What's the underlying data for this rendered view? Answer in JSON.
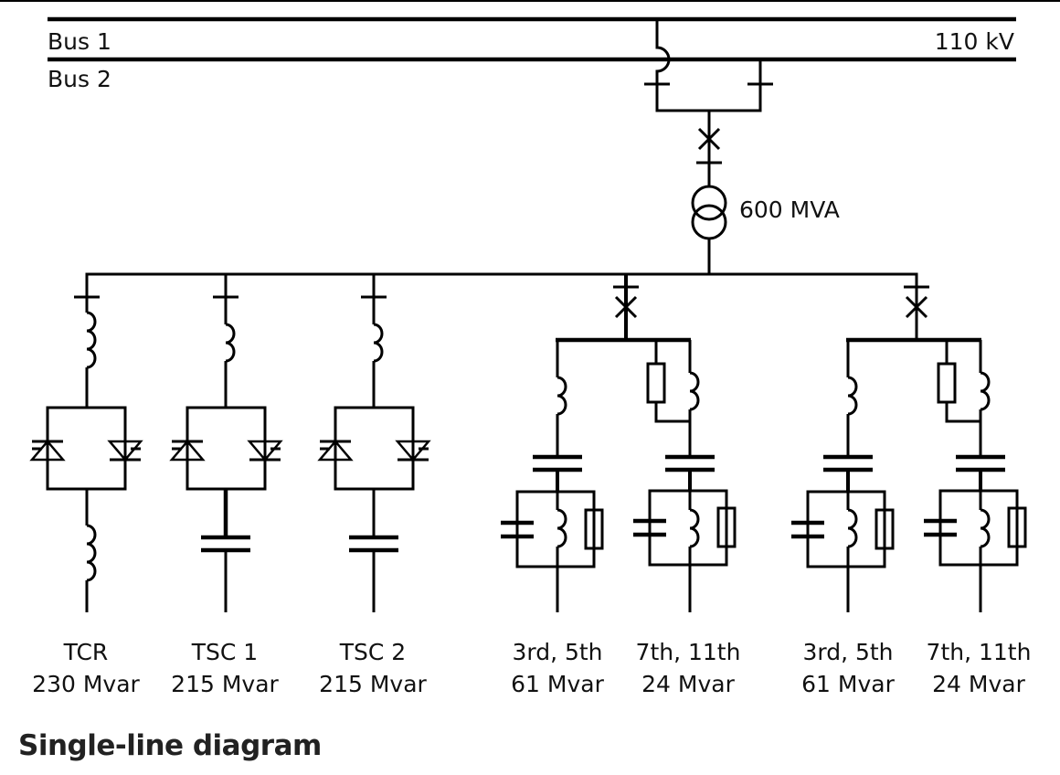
{
  "title": "Single-line diagram",
  "buses": {
    "bus1_label": "Bus 1",
    "bus2_label": "Bus 2",
    "voltage_label": "110 kV"
  },
  "transformer": {
    "rating_label": "600 MVA"
  },
  "branches": [
    {
      "type": "TCR",
      "name": "TCR",
      "rating": "230 Mvar"
    },
    {
      "type": "TSC",
      "name": "TSC 1",
      "rating": "215 Mvar"
    },
    {
      "type": "TSC",
      "name": "TSC 2",
      "rating": "215 Mvar"
    },
    {
      "type": "filter-double-tuned",
      "name": "3rd, 5th",
      "rating": "61 Mvar"
    },
    {
      "type": "filter-double-tuned-damped",
      "name": "7th, 11th",
      "rating": "24 Mvar"
    },
    {
      "type": "filter-double-tuned",
      "name": "3rd, 5th",
      "rating": "61 Mvar"
    },
    {
      "type": "filter-double-tuned-damped",
      "name": "7th, 11th",
      "rating": "24 Mvar"
    }
  ]
}
